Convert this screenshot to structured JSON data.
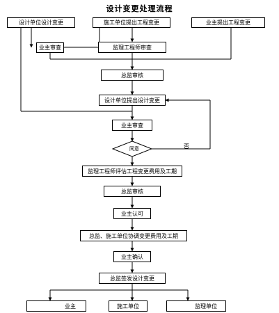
{
  "title": "设计变更处理流程",
  "boxes": {
    "design_unit_change": "设计单位设计变更",
    "contractor_change": "施工单位提出工程变更",
    "owner_change": "业主提出工程变更",
    "owner_review_1": "业主审查",
    "supervisor_review": "监理工程师审查",
    "chief_audit_1": "总监审核",
    "design_unit_propose": "设计单位提出设计变更",
    "owner_review_2": "业主审查",
    "decision": "同意",
    "no_label": "否",
    "supervisor_evaluate": "监理工程师评估工程变更费用及工期",
    "chief_audit_2": "总监审核",
    "owner_approve": "业主认可",
    "coordinate": "总监、施工单位协调变更费用及工期",
    "owner_confirm": "业主确认",
    "chief_issue": "总监签发设计变更",
    "out_owner": "业主",
    "out_contractor": "施工单位",
    "out_supervisor": "监理单位"
  }
}
